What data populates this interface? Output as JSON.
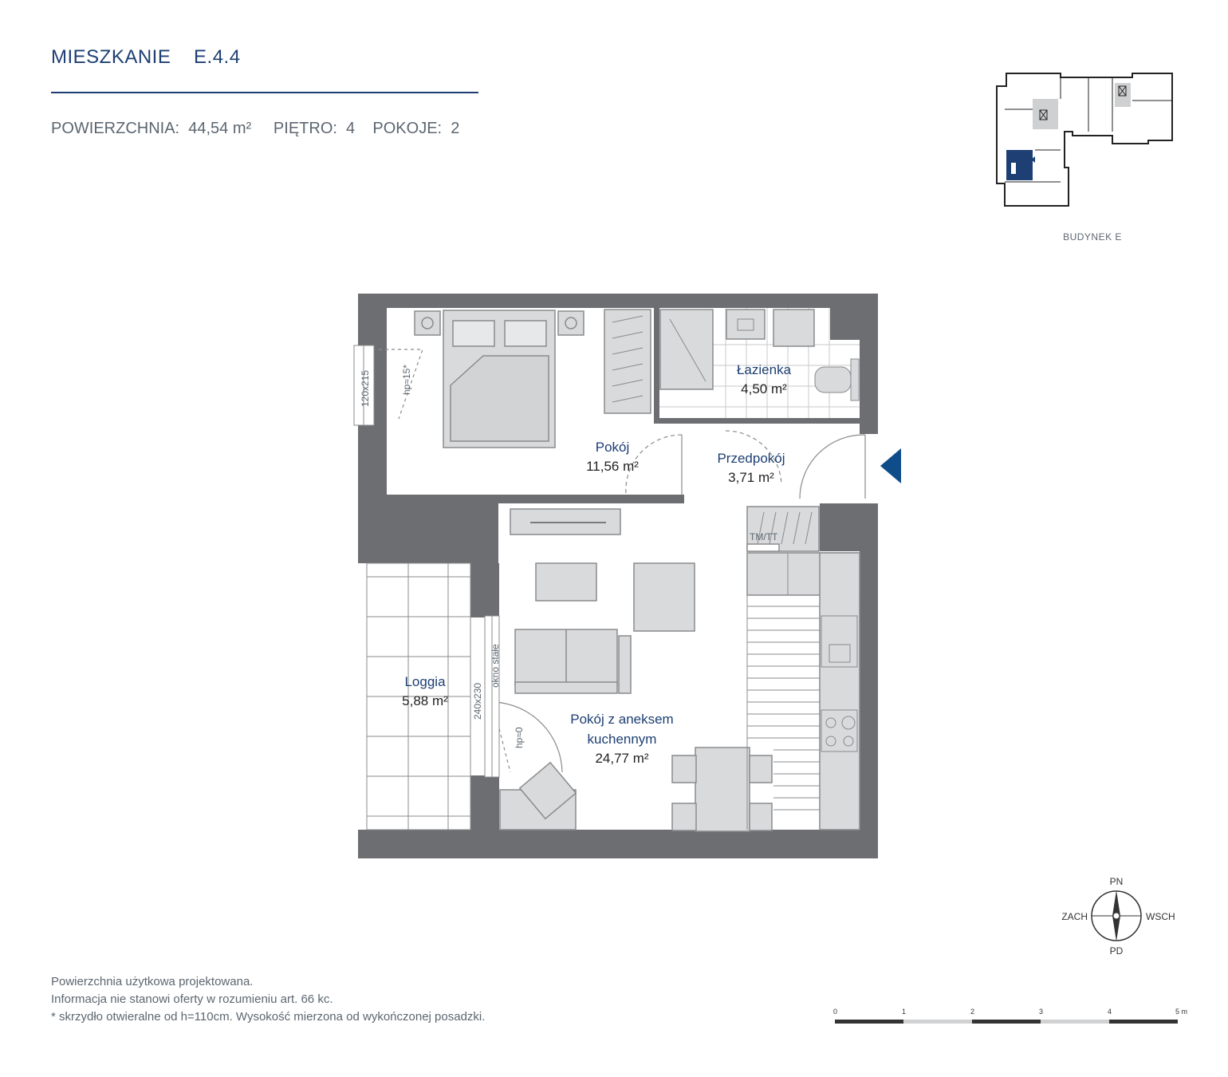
{
  "header": {
    "title": "MIESZKANIE    E.4.4",
    "summary": "POWIERZCHNIA:  44,54 m²     PIĘTRO:  4    POKOJE:  2"
  },
  "key_plan": {
    "label": "BUDYNEK E"
  },
  "rooms": {
    "pokoj": {
      "name": "Pokój",
      "area": "11,56 m²"
    },
    "lazienka": {
      "name": "Łazienka",
      "area": "4,50 m²"
    },
    "przedpokoj": {
      "name": "Przedpokój",
      "area": "3,71 m²"
    },
    "salon_line1": "Pokój z aneksem",
    "salon_line2": "kuchennym",
    "salon_area": "24,77 m²",
    "loggia": {
      "name": "Loggia",
      "area": "5,88 m²"
    }
  },
  "annotations": {
    "window1_size": "120x215",
    "window1_hp": "hp≈15*",
    "window2_size": "240x230",
    "window2_fixed": "okno stałe",
    "door_hp": "hp≈0",
    "tm_tt": "TM/TT"
  },
  "compass": {
    "north": "PN",
    "south": "PD",
    "west": "ZACH",
    "east": "WSCH"
  },
  "scale": {
    "ticks": [
      "0",
      "1",
      "2",
      "3",
      "4",
      "5 m"
    ]
  },
  "footer": {
    "line1": "Powierzchnia użytkowa projektowana.",
    "line2": "Informacja nie stanowi oferty w rozumieniu art. 66 kc.",
    "line3": "* skrzydło otwieralne od h=110cm. Wysokość mierzona od wykończonej posadzki."
  },
  "colors": {
    "wall": "#6d6e71",
    "furniture": "#d9dadb",
    "accent": "#1d3f73",
    "entrance_marker": "#0f4c8a"
  }
}
